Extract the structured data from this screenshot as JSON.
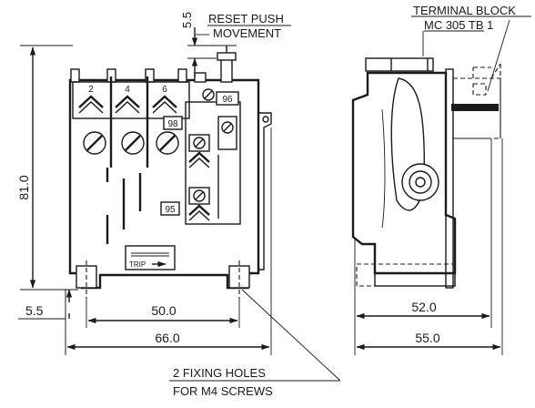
{
  "labels": {
    "reset_push_line1": "RESET PUSH",
    "reset_push_line2": "MOVEMENT",
    "terminal_block_line1": "TERMINAL BLOCK",
    "terminal_block_line2": "MC 305 TB 1",
    "fixing_holes_line1": "2 FIXING HOLES",
    "fixing_holes_line2": "FOR M4 SCREWS",
    "trip": "TRIP"
  },
  "terminals": {
    "t2": "2",
    "t4": "4",
    "t6": "6",
    "t96": "96",
    "t98": "98",
    "t95": "95"
  },
  "dimensions": {
    "reset_travel": "5.5",
    "height": "81.0",
    "base_offset": "5.5",
    "hole_spacing": "50.0",
    "front_width": "66.0",
    "side_depth_inner": "52.0",
    "side_depth_outer": "55.0"
  }
}
